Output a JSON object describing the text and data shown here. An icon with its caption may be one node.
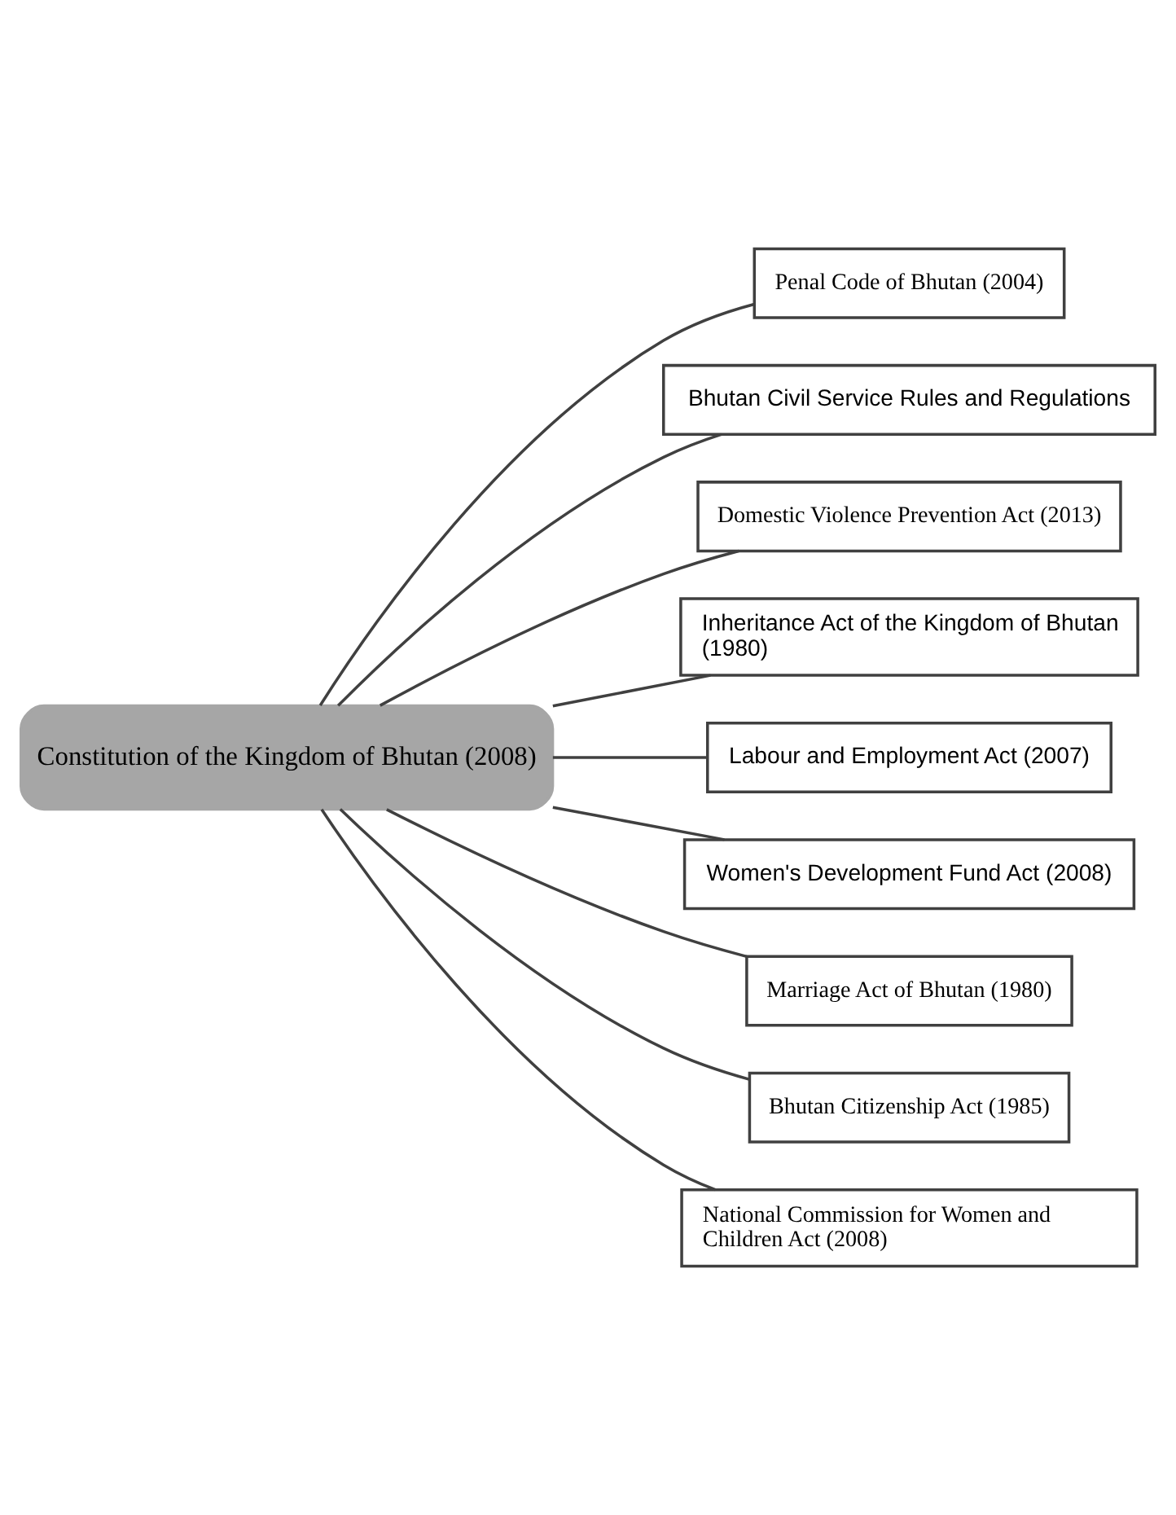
{
  "diagram": {
    "nodes": [
      {
        "text": [
          "Constitution of the Kingdom of Bhutan (2008)"
        ]
      },
      {
        "text": [
          "Penal Code of Bhutan (2004)"
        ]
      },
      {
        "text": [
          "Bhutan Civil Service Rules and Regulations"
        ]
      },
      {
        "text": [
          "Domestic Violence Prevention Act (2013)"
        ]
      },
      {
        "text": [
          "Inheritance Act of the Kingdom of Bhutan (1980)"
        ]
      },
      {
        "text": [
          "Labour and Employment Act (2007)"
        ]
      },
      {
        "text": [
          "Women's Development Fund Act (2008)"
        ]
      },
      {
        "text": [
          "Marriage Act of Bhutan (1980)"
        ]
      },
      {
        "text": [
          "Bhutan Citizenship Act (1985)"
        ]
      },
      {
        "text": [
          "National Commission for Women and Children Act (2008)"
        ]
      }
    ],
    "edges": [
      {
        "from": 0,
        "to": 1,
        "arrow": "none"
      },
      {
        "from": 0,
        "to": 2,
        "arrow": "none"
      },
      {
        "from": 0,
        "to": 3,
        "arrow": "none"
      },
      {
        "from": 0,
        "to": 4,
        "arrow": "none"
      },
      {
        "from": 0,
        "to": 5,
        "arrow": "none"
      },
      {
        "from": 0,
        "to": 6,
        "arrow": "none"
      },
      {
        "from": 0,
        "to": 7,
        "arrow": "none"
      },
      {
        "from": 0,
        "to": 8,
        "arrow": "none"
      },
      {
        "from": 0,
        "to": 9,
        "arrow": "none"
      }
    ]
  }
}
